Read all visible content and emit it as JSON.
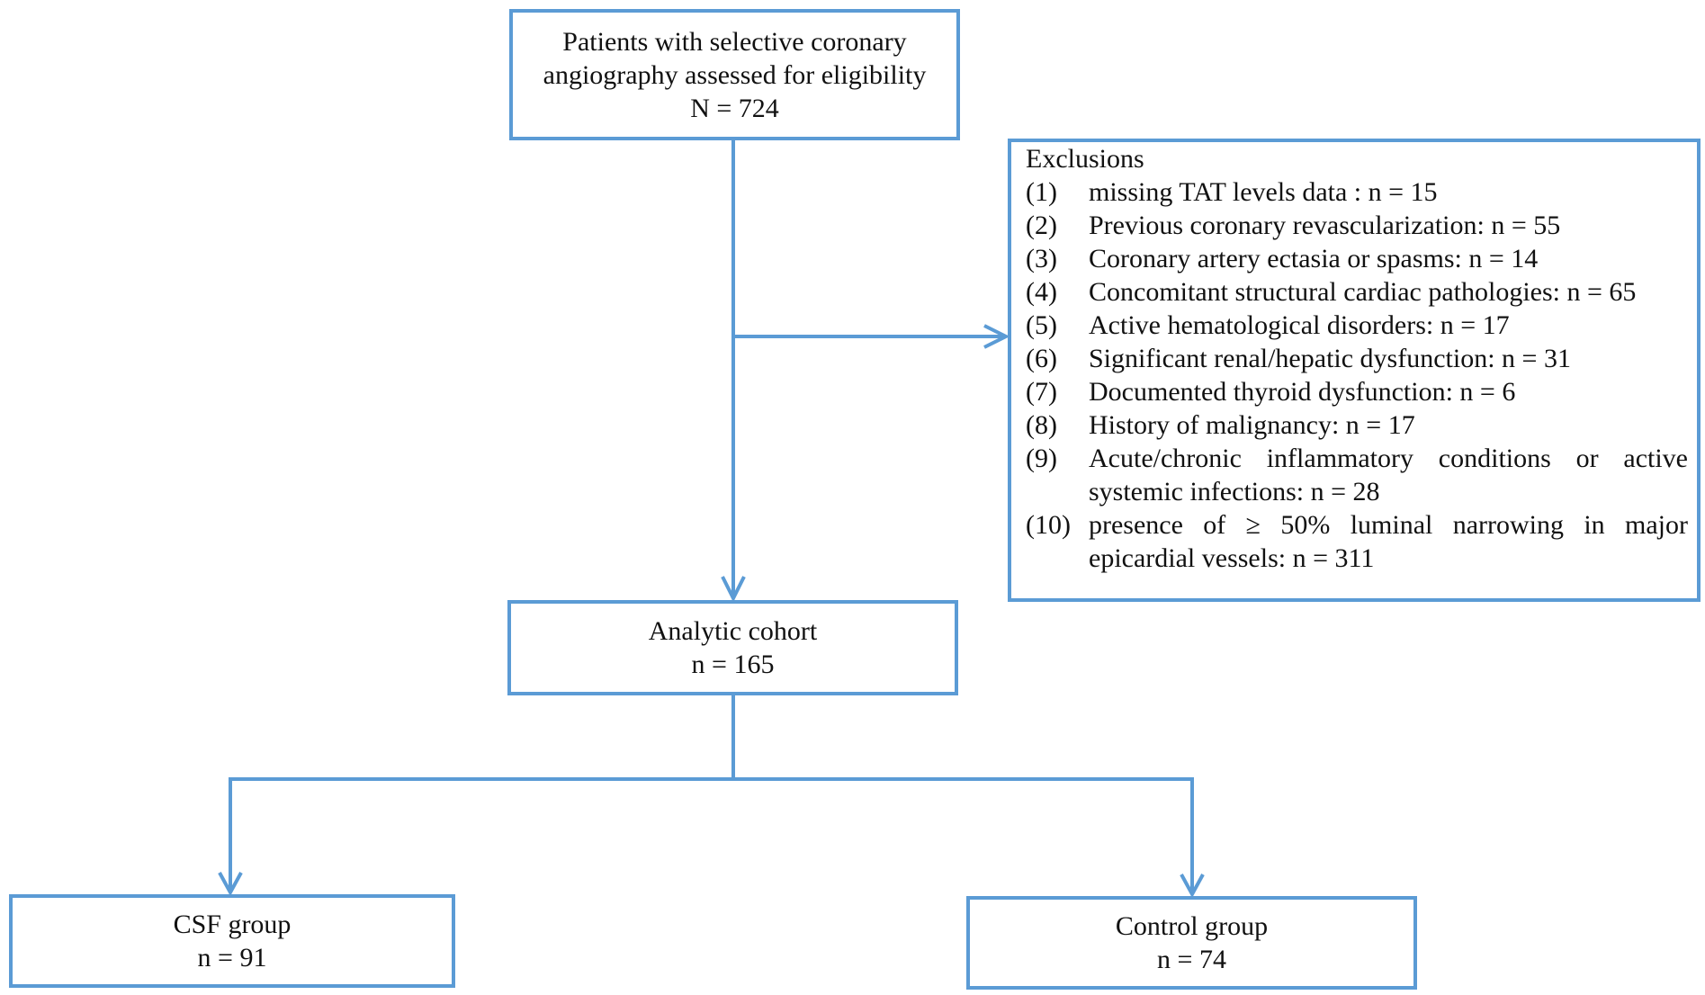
{
  "colors": {
    "line": "#5b9bd5",
    "text": "#111111",
    "background": "#ffffff"
  },
  "top_box": {
    "line1": "Patients with selective coronary",
    "line2": "angiography assessed for eligibility",
    "count": "N = 724"
  },
  "exclusions": {
    "title": "Exclusions",
    "items": [
      {
        "num": "(1)",
        "text": "missing TAT levels data : n = 15"
      },
      {
        "num": "(2)",
        "text": "Previous coronary revascularization: n = 55"
      },
      {
        "num": "(3)",
        "text": "Coronary artery ectasia or spasms: n = 14"
      },
      {
        "num": "(4)",
        "text": "Concomitant structural cardiac pathologies: n = 65"
      },
      {
        "num": "(5)",
        "text": "Active hematological disorders: n = 17"
      },
      {
        "num": "(6)",
        "text": "Significant renal/hepatic dysfunction: n = 31"
      },
      {
        "num": "(7)",
        "text": "Documented thyroid dysfunction: n = 6"
      },
      {
        "num": "(8)",
        "text": "History of malignancy: n = 17"
      },
      {
        "num": "(9)",
        "text": "Acute/chronic inflammatory conditions or active systemic infections: n = 28"
      },
      {
        "num": "(10)",
        "text": "presence of ≥ 50% luminal narrowing in major epicardial vessels: n = 311"
      }
    ]
  },
  "cohort_box": {
    "label": "Analytic cohort",
    "count": "n = 165"
  },
  "csf_box": {
    "label": "CSF group",
    "count": "n = 91"
  },
  "control_box": {
    "label": "Control group",
    "count": "n = 74"
  }
}
